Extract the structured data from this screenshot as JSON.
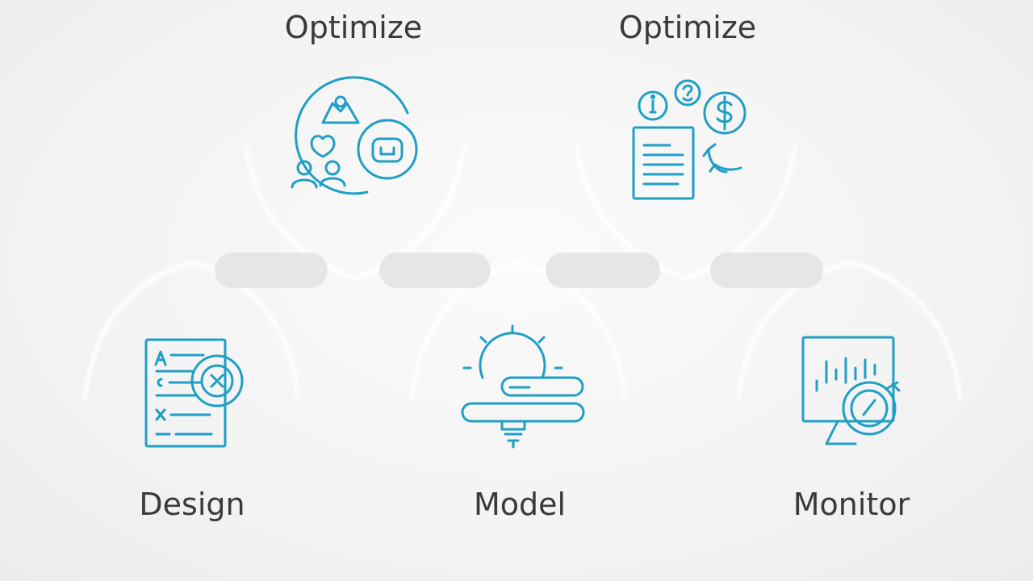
{
  "colors": {
    "accent": "#1f9fc6",
    "label": "#3a3a3a",
    "connector": "#e4e4e4"
  },
  "stages": {
    "top": [
      {
        "label": "Optimize",
        "icon": "team-collaboration-icon"
      },
      {
        "label": "Optimize",
        "icon": "document-finance-icon"
      }
    ],
    "bottom": [
      {
        "label": "Design",
        "icon": "checklist-document-icon"
      },
      {
        "label": "Model",
        "icon": "lightbulb-layers-icon"
      },
      {
        "label": "Monitor",
        "icon": "monitor-dashboard-icon"
      }
    ]
  }
}
